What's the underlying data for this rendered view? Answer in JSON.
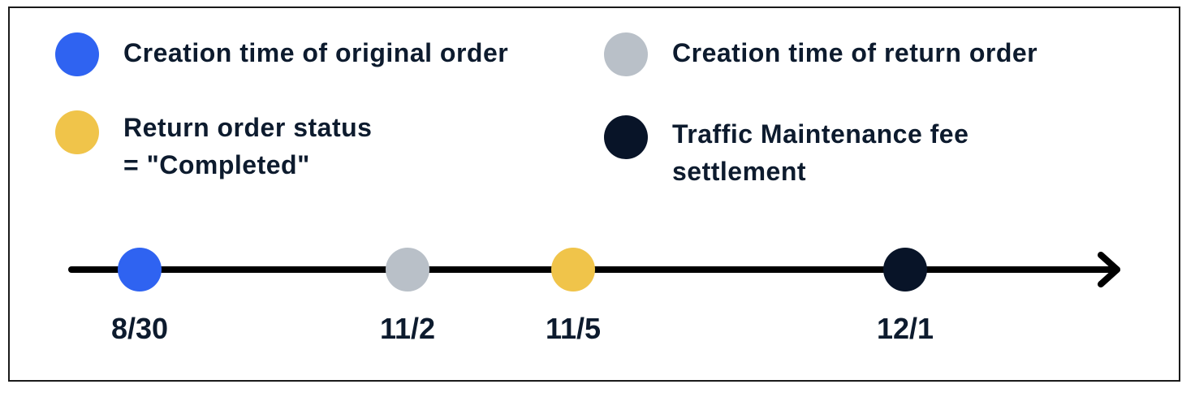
{
  "legend": [
    {
      "id": "lg-original",
      "label": "Creation time of original order",
      "color": "#2f63f1",
      "icon": "blue-dot-icon"
    },
    {
      "id": "lg-return",
      "label": "Creation time of return order",
      "color": "#b9c0c8",
      "icon": "gray-dot-icon"
    },
    {
      "id": "lg-completed",
      "label": "Return order status\n= \"Completed\"",
      "color": "#f0c44a",
      "icon": "yellow-dot-icon"
    },
    {
      "id": "lg-fee",
      "label": "Traffic Maintenance fee settlement",
      "color": "#081428",
      "icon": "navy-dot-icon"
    }
  ],
  "timeline": {
    "events": [
      {
        "date": "8/30",
        "color": "#2f63f1"
      },
      {
        "date": "11/2",
        "color": "#b9c0c8"
      },
      {
        "date": "11/5",
        "color": "#f0c44a"
      },
      {
        "date": "12/1",
        "color": "#081428"
      }
    ],
    "line_color": "#000000"
  }
}
